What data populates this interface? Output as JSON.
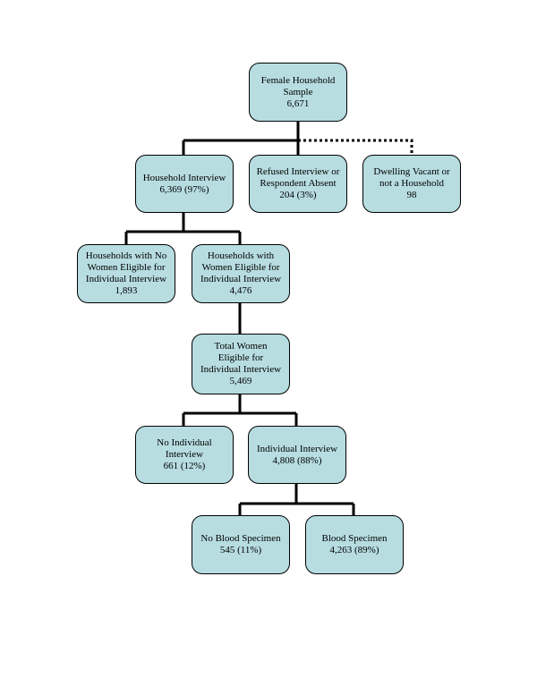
{
  "nodes": {
    "sample": "Female Household\nSample\n6,671",
    "household_interview": "Household Interview\n6,369 (97%)",
    "refused": "Refused Interview or\nRespondent Absent\n204 (3%)",
    "vacant": "Dwelling Vacant or\nnot a Household\n98",
    "no_women": "Households with No\nWomen Eligible for\nIndividual Interview\n1,893",
    "with_women": "Households with\nWomen Eligible for\nIndividual Interview\n4,476",
    "total_women": "Total Women\nEligible for\nIndividual Interview\n5,469",
    "no_individual": "No Individual\nInterview\n661 (12%)",
    "individual": "Individual Interview\n4,808 (88%)",
    "no_blood": "No Blood Specimen\n545 (11%)",
    "blood": "Blood Specimen\n4,263 (89%)"
  },
  "colors": {
    "node_fill": "#b7dde1",
    "line": "#000000"
  }
}
